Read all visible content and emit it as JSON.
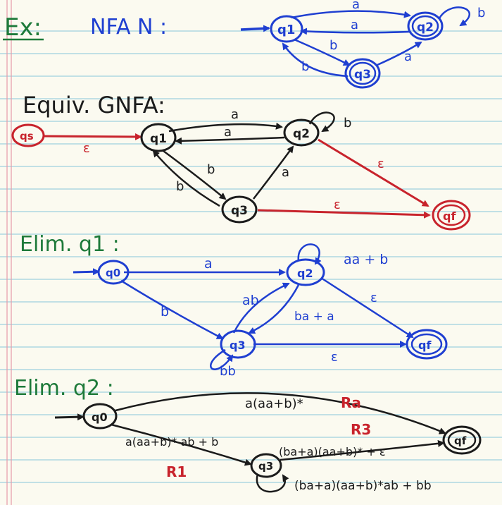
{
  "colors": {
    "paper": "#fbfaf0",
    "rule_line": "#8ec9dc",
    "margin_line": "#e79aa8",
    "heading_green": "#1e7a3a",
    "blue": "#1f3fd1",
    "red": "#c8232c",
    "black": "#1b1b1b"
  },
  "sections": {
    "nfa": {
      "heading_ex": "Ex:",
      "heading": "NFA N :",
      "states": {
        "q1": "q1",
        "q2": "q2",
        "q3": "q3"
      },
      "edges": {
        "q1_q2": "a",
        "q2_q1": "a",
        "q2_loop": "b",
        "q1_q3": "b",
        "q3_q1": "b",
        "q3_q2": "a"
      }
    },
    "gnfa": {
      "heading": "Equiv. GNFA:",
      "states": {
        "qs": "qs",
        "q1": "q1",
        "q2": "q2",
        "q3": "q3",
        "qf": "qf"
      },
      "edges": {
        "qs_q1": "ε",
        "q1_q2": "a",
        "q2_q1": "a",
        "q2_loop": "b",
        "q1_q3": "b",
        "q3_q1": "b",
        "q3_q2": "a",
        "q2_qf": "ε",
        "q3_qf": "ε"
      }
    },
    "elim1": {
      "heading": "Elim. q1 :",
      "states": {
        "q0": "q0",
        "q2": "q2",
        "q3": "q3",
        "qf": "qf"
      },
      "edges": {
        "q2_loop": "aa + b",
        "q0_q2": "a",
        "q0_q3": "b",
        "q3_q2": "ab",
        "q2_q3": "ba + a",
        "q2_qf": "ε",
        "q3_qf": "ε",
        "q3_loop": "bb"
      }
    },
    "elim2": {
      "heading": "Elim. q2 :",
      "states": {
        "q0": "q0",
        "q3": "q3",
        "qf": "qf"
      },
      "edges": {
        "q0_qf": "a(aa+b)* ",
        "q0_qf_tag": "Ra",
        "q0_q3": "a(aa+b)* ab + b",
        "q0_q3_tag": "R1",
        "q3_qf_tag": "R3",
        "q3_qf": "(ba+a)(aa+b)* + ε",
        "q3_loop": "(ba+a)(aa+b)*ab + bb"
      }
    }
  }
}
